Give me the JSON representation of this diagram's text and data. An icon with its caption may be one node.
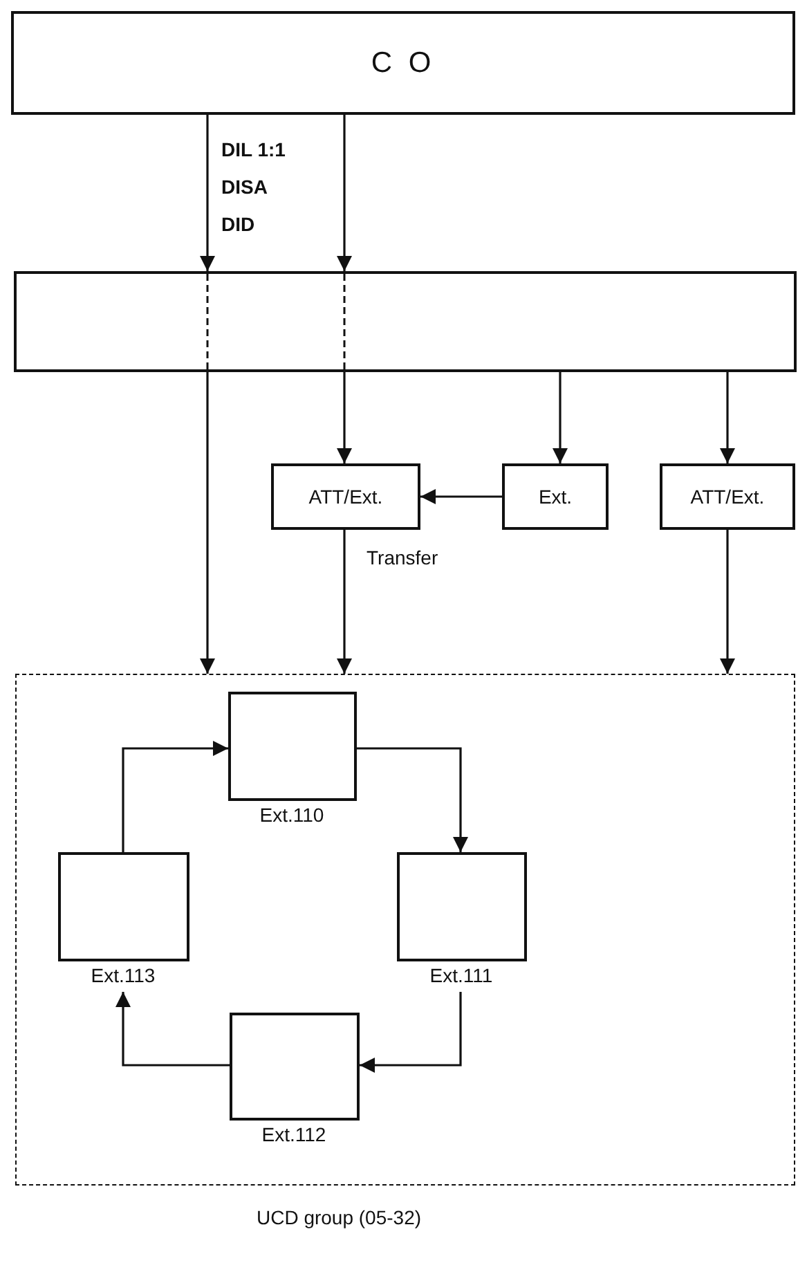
{
  "diagram": {
    "nodes": [
      {
        "text": [
          "C O"
        ]
      },
      {
        "text": [],
        "shape": "box"
      },
      {
        "text": [
          "ATT/Ext."
        ]
      },
      {
        "text": [
          "Ext."
        ]
      },
      {
        "text": [
          "ATT/Ext."
        ]
      },
      {
        "text": [],
        "shape": "box",
        "beside": [
          "UCD group (05-32)"
        ]
      },
      {
        "text": [],
        "shape": "box",
        "in": 5,
        "beside": [
          "Ext.110"
        ]
      },
      {
        "text": [],
        "shape": "box",
        "in": 5,
        "beside": [
          "Ext.111"
        ]
      },
      {
        "text": [],
        "shape": "box",
        "in": 5,
        "beside": [
          "Ext.112"
        ]
      },
      {
        "text": [],
        "shape": "box",
        "in": 5,
        "beside": [
          "Ext.113"
        ]
      }
    ],
    "edges": [
      {
        "from": 0,
        "to": 1,
        "arrow": "to"
      },
      {
        "from": 0,
        "to": 1,
        "arrow": "to"
      },
      {
        "from": 1,
        "to": 5,
        "arrow": "to"
      },
      {
        "from": 1,
        "to": 2,
        "arrow": "to"
      },
      {
        "from": 1,
        "to": 3,
        "arrow": "to"
      },
      {
        "from": 1,
        "to": 4,
        "arrow": "to"
      },
      {
        "from": 3,
        "to": 2,
        "arrow": "to"
      },
      {
        "from": 2,
        "to": 5,
        "arrow": "to",
        "label": "Transfer"
      },
      {
        "from": 4,
        "to": 5,
        "arrow": "to"
      },
      {
        "from": 9,
        "to": 6,
        "arrow": "to"
      },
      {
        "from": 6,
        "to": 7,
        "arrow": "to"
      },
      {
        "from": 7,
        "to": 8,
        "arrow": "to"
      },
      {
        "from": 8,
        "to": 9,
        "arrow": "to"
      }
    ],
    "labels": [
      "DIL 1:1",
      "DISA",
      "DID"
    ]
  }
}
